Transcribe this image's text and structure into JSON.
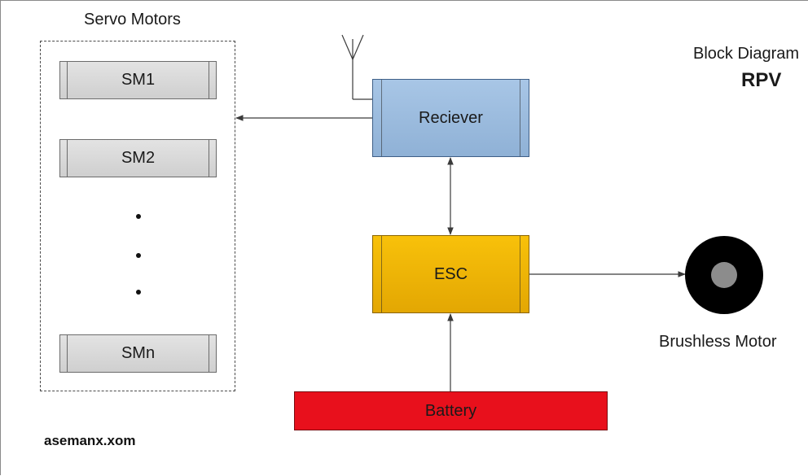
{
  "diagram": {
    "caption": "Block Diagram",
    "name": "RPV",
    "servo_group_title": "Servo Motors",
    "servos": [
      {
        "label": "SM1"
      },
      {
        "label": "SM2"
      },
      {
        "label": "SMn"
      }
    ],
    "blocks": {
      "receiver": "Reciever",
      "esc": "ESC",
      "battery": "Battery"
    },
    "motor_label": "Brushless Motor",
    "watermark": "asemanx.xom",
    "colors": {
      "receiver": "#9dbde0",
      "esc": "#f2b705",
      "battery": "#e8101c",
      "servo": "#d8d8d8",
      "motor_outer": "#000000",
      "motor_hub": "#8c8c8c"
    },
    "icons": [
      "antenna-icon",
      "brushless-motor-icon"
    ]
  }
}
